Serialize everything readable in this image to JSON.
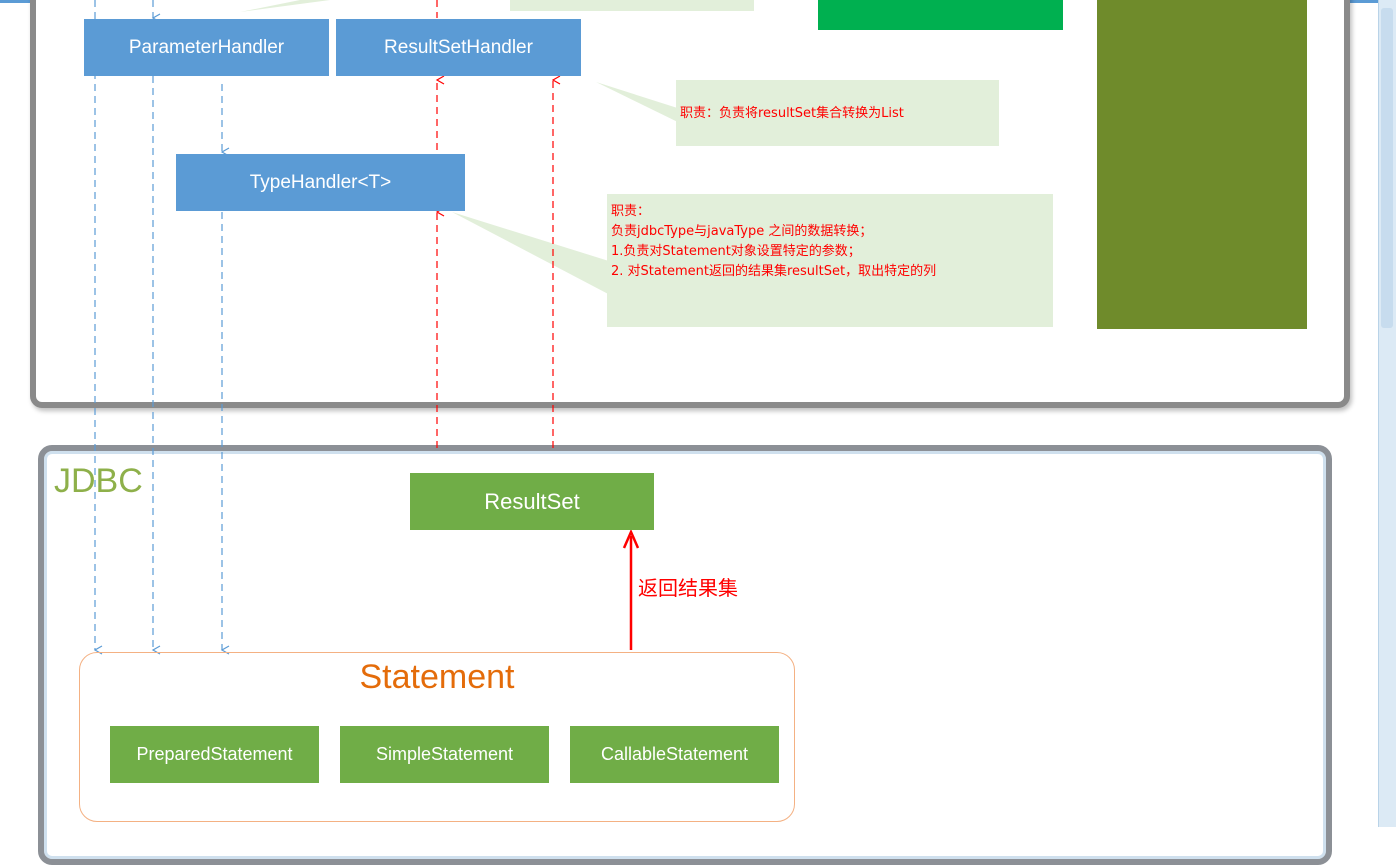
{
  "diagram": {
    "handlers": {
      "parameter_handler": "ParameterHandler",
      "resultset_handler": "ResultSetHandler",
      "type_handler": "TypeHandler<T>"
    },
    "notes": {
      "resultset_note": "职责：负责将resultSet集合转换为List",
      "typehandler_note": {
        "line1": "职责：",
        "line2": "负责jdbcType与javaType 之间的数据转换；",
        "line3": "1.负责对Statement对象设置特定的参数；",
        "line4": "2. 对Statement返回的结果集resultSet，取出特定的列"
      }
    },
    "jdbc": {
      "label": "JDBC",
      "resultset": "ResultSet",
      "return_label": "返回结果集",
      "statement_title": "Statement",
      "statements": [
        "PreparedStatement",
        "SimpleStatement",
        "CallableStatement"
      ]
    },
    "colors": {
      "handler_blue": "#5b9bd5",
      "jdbc_green": "#70ad47",
      "note_bg": "#e2efda",
      "note_text": "#ff0000",
      "statement_orange": "#e46c0a",
      "olive_block": "#6f8b2b",
      "bright_green_bar": "#00b050"
    }
  }
}
